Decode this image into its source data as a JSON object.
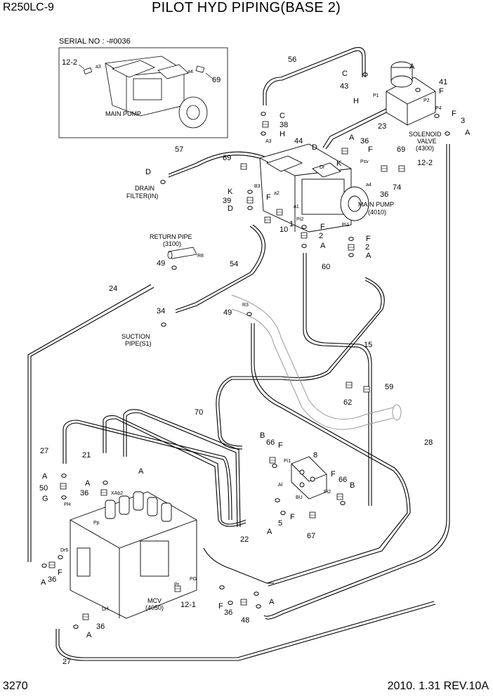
{
  "header": {
    "model": "R250LC-9",
    "title": "PILOT HYD PIPING(BASE 2)"
  },
  "footer": {
    "page": "3270",
    "revision": "2010. 1.31  REV.10A"
  },
  "inset": {
    "serial": "SERIAL NO : -#0036",
    "main_pump": "MAIN PUMP",
    "callout_12_2": "12-2",
    "callout_69": "69",
    "port_a3": "a3",
    "port_a4": "a4"
  },
  "components": {
    "main_pump": [
      "MAIN PUMP",
      "(4010)"
    ],
    "solenoid_valve": [
      "SOLENOID",
      "VALVE",
      "(4300)"
    ],
    "drain_filter": [
      "DRAIN",
      "FILTER(IN)"
    ],
    "return_pipe": [
      "RETURN PIPE",
      "(3100)"
    ],
    "suction_pipe": [
      "SUCTION",
      "PIPE(S1)"
    ],
    "mcv": [
      "MCV",
      "(4050)"
    ]
  },
  "callouts": [
    {
      "id": "c56",
      "t": "56"
    },
    {
      "id": "c23",
      "t": "23"
    },
    {
      "id": "c43",
      "t": "43"
    },
    {
      "id": "c41",
      "t": "41"
    },
    {
      "id": "c3",
      "t": "3"
    },
    {
      "id": "c38",
      "t": "38"
    },
    {
      "id": "c44",
      "t": "44"
    },
    {
      "id": "c36a",
      "t": "36"
    },
    {
      "id": "c57",
      "t": "57"
    },
    {
      "id": "c69",
      "t": "69"
    },
    {
      "id": "c69b",
      "t": "69"
    },
    {
      "id": "c12_2",
      "t": "12-2"
    },
    {
      "id": "c74",
      "t": "74"
    },
    {
      "id": "c36b",
      "t": "36"
    },
    {
      "id": "c39",
      "t": "39"
    },
    {
      "id": "c1",
      "t": "1"
    },
    {
      "id": "c10",
      "t": "10"
    },
    {
      "id": "c2a",
      "t": "2"
    },
    {
      "id": "c2b",
      "t": "2"
    },
    {
      "id": "c60",
      "t": "60"
    },
    {
      "id": "c54",
      "t": "54"
    },
    {
      "id": "c49a",
      "t": "49"
    },
    {
      "id": "c24",
      "t": "24"
    },
    {
      "id": "c34",
      "t": "34"
    },
    {
      "id": "c49b",
      "t": "49"
    },
    {
      "id": "c15",
      "t": "15"
    },
    {
      "id": "c59",
      "t": "59"
    },
    {
      "id": "c62",
      "t": "62"
    },
    {
      "id": "c70",
      "t": "70"
    },
    {
      "id": "c28",
      "t": "28"
    },
    {
      "id": "c27a",
      "t": "27"
    },
    {
      "id": "c21",
      "t": "21"
    },
    {
      "id": "c66a",
      "t": "66"
    },
    {
      "id": "c8",
      "t": "8"
    },
    {
      "id": "c50",
      "t": "50"
    },
    {
      "id": "c36c",
      "t": "36"
    },
    {
      "id": "c66b",
      "t": "66"
    },
    {
      "id": "c5",
      "t": "5"
    },
    {
      "id": "c67",
      "t": "67"
    },
    {
      "id": "c22",
      "t": "22"
    },
    {
      "id": "c36d",
      "t": "36"
    },
    {
      "id": "c36e",
      "t": "36"
    },
    {
      "id": "c48",
      "t": "48"
    },
    {
      "id": "c12_1",
      "t": "12-1"
    },
    {
      "id": "c36f",
      "t": "36"
    },
    {
      "id": "c27b",
      "t": "27"
    }
  ],
  "port_letters": [
    {
      "id": "pC1",
      "t": "C"
    },
    {
      "id": "pH1",
      "t": "H"
    },
    {
      "id": "pA1",
      "t": "A"
    },
    {
      "id": "pF1",
      "t": "F"
    },
    {
      "id": "pF2",
      "t": "F"
    },
    {
      "id": "pC2",
      "t": "C"
    },
    {
      "id": "pH2",
      "t": "H"
    },
    {
      "id": "pA2",
      "t": "A"
    },
    {
      "id": "pD1",
      "t": "D"
    },
    {
      "id": "pK1",
      "t": "K"
    },
    {
      "id": "pF3",
      "t": "F"
    },
    {
      "id": "pD2",
      "t": "D"
    },
    {
      "id": "pK2",
      "t": "K"
    },
    {
      "id": "pD3",
      "t": "D"
    },
    {
      "id": "pF4",
      "t": "F"
    },
    {
      "id": "pF5",
      "t": "F"
    },
    {
      "id": "pA3",
      "t": "A"
    },
    {
      "id": "pF6",
      "t": "F"
    },
    {
      "id": "pA4",
      "t": "A"
    },
    {
      "id": "pA5",
      "t": "A"
    },
    {
      "id": "pB1",
      "t": "B"
    },
    {
      "id": "pF7",
      "t": "F"
    },
    {
      "id": "pF8",
      "t": "F"
    },
    {
      "id": "pB2",
      "t": "B"
    },
    {
      "id": "pA6",
      "t": "A"
    },
    {
      "id": "pG1",
      "t": "G"
    },
    {
      "id": "pA7",
      "t": "A"
    },
    {
      "id": "pA8",
      "t": "A"
    },
    {
      "id": "pF9",
      "t": "F"
    },
    {
      "id": "pA9",
      "t": "A"
    },
    {
      "id": "pF10",
      "t": "F"
    },
    {
      "id": "pA10",
      "t": "A"
    },
    {
      "id": "pF11",
      "t": "F"
    },
    {
      "id": "pA11",
      "t": "A"
    },
    {
      "id": "pA12",
      "t": "A"
    },
    {
      "id": "pA13",
      "t": "A"
    }
  ],
  "small_ports": [
    {
      "id": "sP1",
      "t": "P1"
    },
    {
      "id": "sP2",
      "t": "P2"
    },
    {
      "id": "sP4",
      "t": "P4"
    },
    {
      "id": "sA3",
      "t": "A3"
    },
    {
      "id": "sDr",
      "t": "Dr"
    },
    {
      "id": "sPsv",
      "t": "Psv"
    },
    {
      "id": "sa4",
      "t": "a4"
    },
    {
      "id": "sa3",
      "t": "a3"
    },
    {
      "id": "sa2",
      "t": "a2"
    },
    {
      "id": "sa1",
      "t": "a1"
    },
    {
      "id": "sPi2",
      "t": "Pi2"
    },
    {
      "id": "sPi1",
      "t": "Pi1"
    },
    {
      "id": "sB3",
      "t": "B3"
    },
    {
      "id": "sR8",
      "t": "R8"
    },
    {
      "id": "sR3",
      "t": "R3"
    },
    {
      "id": "sPi1b",
      "t": "Pi1"
    },
    {
      "id": "sPi2b",
      "t": "Pi2"
    },
    {
      "id": "sAl",
      "t": "Al"
    },
    {
      "id": "sBU",
      "t": "BU"
    },
    {
      "id": "sPH",
      "t": "PH"
    },
    {
      "id": "sPp",
      "t": "Pp"
    },
    {
      "id": "sXAb2",
      "t": "XAb2"
    },
    {
      "id": "sDr6",
      "t": "Dr6"
    },
    {
      "id": "sPG",
      "t": "PG"
    },
    {
      "id": "sPr",
      "t": "Pr"
    },
    {
      "id": "sDrf",
      "t": "Drf"
    }
  ]
}
